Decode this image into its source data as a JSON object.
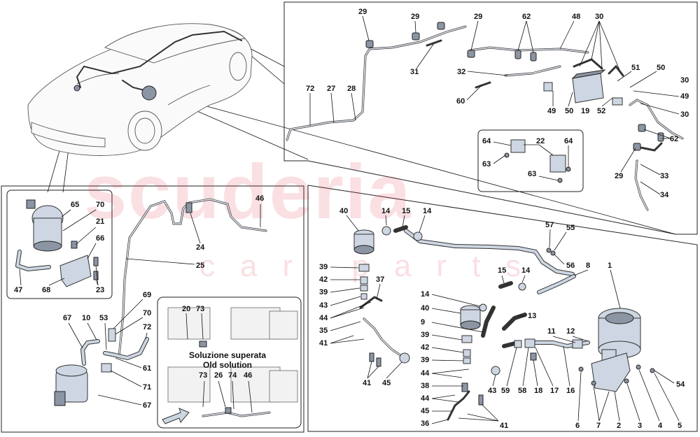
{
  "diagram": {
    "watermark": {
      "brand": "scuderia",
      "sub": "car parts"
    },
    "annotations": {
      "superseded_it": "Soluzione superata",
      "superseded_en": "Old solution"
    },
    "callouts": {
      "c29a": "29",
      "c29b": "29",
      "c29c": "29",
      "c29d": "29",
      "c62a": "62",
      "c62b": "62",
      "c48": "48",
      "c30a": "30",
      "c30b": "30",
      "c30c": "30",
      "c31": "31",
      "c32": "32",
      "c60": "60",
      "c72a": "72",
      "c27": "27",
      "c28": "28",
      "c51": "51",
      "c50a": "50",
      "c50b": "50",
      "c49a": "49",
      "c49b": "49",
      "c19": "19",
      "c52": "52",
      "c64a": "64",
      "c64b": "64",
      "c22": "22",
      "c63a": "63",
      "c63b": "63",
      "c33": "33",
      "c34": "34",
      "c65": "65",
      "c70a": "70",
      "c21": "21",
      "c66": "66",
      "c23": "23",
      "c47": "47",
      "c68": "68",
      "c24": "24",
      "c46a": "46",
      "c25": "25",
      "c69": "69",
      "c70b": "70",
      "c72b": "72",
      "c67a": "67",
      "c10": "10",
      "c53": "53",
      "c61": "61",
      "c71": "71",
      "c67b": "67",
      "c20": "20",
      "c73a": "73",
      "c73b": "73",
      "c26": "26",
      "c74": "74",
      "c46b": "46",
      "c40a": "40",
      "c14a": "14",
      "c15a": "15",
      "c14b": "14",
      "c57": "57",
      "c55": "55",
      "c56": "56",
      "c8": "8",
      "c1": "1",
      "c39a": "39",
      "c42a": "42",
      "c39b": "39",
      "c43a": "43",
      "c44a": "44",
      "c37": "37",
      "c35": "35",
      "c41a": "41",
      "c15b": "15",
      "c14c": "14",
      "c14d": "14",
      "c40b": "40",
      "c13": "13",
      "c9": "9",
      "c11": "11",
      "c12": "12",
      "c39c": "39",
      "c42b": "42",
      "c39d": "39",
      "c44b": "44",
      "c38": "38",
      "c44c": "44",
      "c45a": "45",
      "c36": "36",
      "c41b": "41",
      "c41c": "41",
      "c45b": "45",
      "c43b": "43",
      "c59": "59",
      "c58": "58",
      "c18": "18",
      "c17": "17",
      "c16": "16",
      "c6": "6",
      "c7": "7",
      "c2": "2",
      "c3": "3",
      "c4": "4",
      "c5": "5",
      "c54": "54"
    }
  }
}
